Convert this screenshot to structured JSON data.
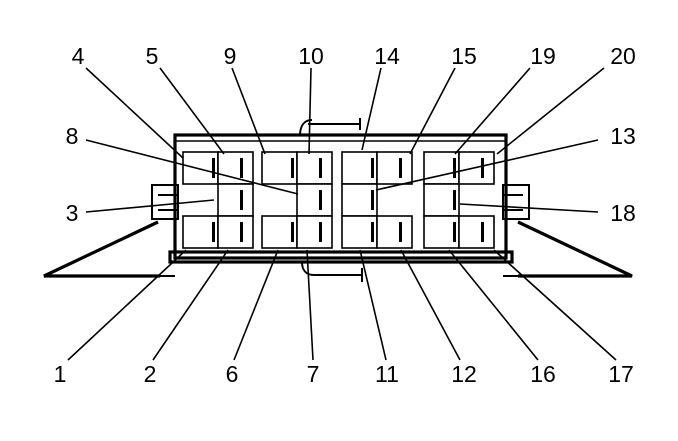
{
  "diagram": {
    "pin_labels": {
      "p1": "1",
      "p2": "2",
      "p3": "3",
      "p4": "4",
      "p5": "5",
      "p6": "6",
      "p7": "7",
      "p8": "8",
      "p9": "9",
      "p10": "10",
      "p11": "11",
      "p12": "12",
      "p13": "13",
      "p14": "14",
      "p15": "15",
      "p16": "16",
      "p17": "17",
      "p18": "18",
      "p19": "19",
      "p20": "20"
    }
  }
}
